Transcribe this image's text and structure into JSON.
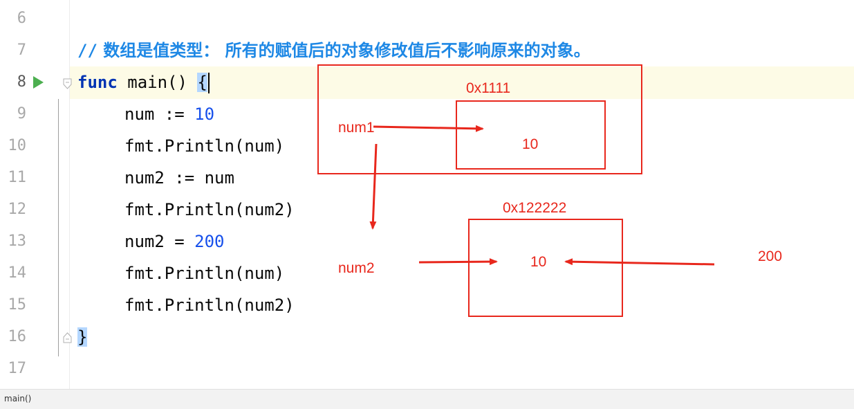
{
  "editor": {
    "line_numbers": [
      "6",
      "7",
      "8",
      "9",
      "10",
      "11",
      "12",
      "13",
      "14",
      "15",
      "16",
      "17"
    ],
    "comment": {
      "slashes": "//",
      "text": " 数组是值类型： 所有的赋值后的对象修改值后不影响原来的对象。"
    },
    "code": {
      "l8": {
        "kw": "func",
        "rest": " main() ",
        "brace": "{"
      },
      "l9": {
        "text": "num := ",
        "num": "10"
      },
      "l10": {
        "text": "fmt.Println(num)"
      },
      "l11": {
        "text": "num2 := num"
      },
      "l12": {
        "text": "fmt.Println(num2)"
      },
      "l13": {
        "text": "num2 = ",
        "num": "200"
      },
      "l14": {
        "text": "fmt.Println(num)"
      },
      "l15": {
        "text": "fmt.Println(num2)"
      },
      "l16": {
        "brace": "}"
      }
    }
  },
  "annotations": {
    "addr1": "0x1111",
    "addr2": "0x122222",
    "var1": "num1",
    "var2": "num2",
    "val1": "10",
    "val2": "10",
    "new_val": "200",
    "color": "#e8271c"
  },
  "statusbar": {
    "breadcrumb": "main()"
  }
}
